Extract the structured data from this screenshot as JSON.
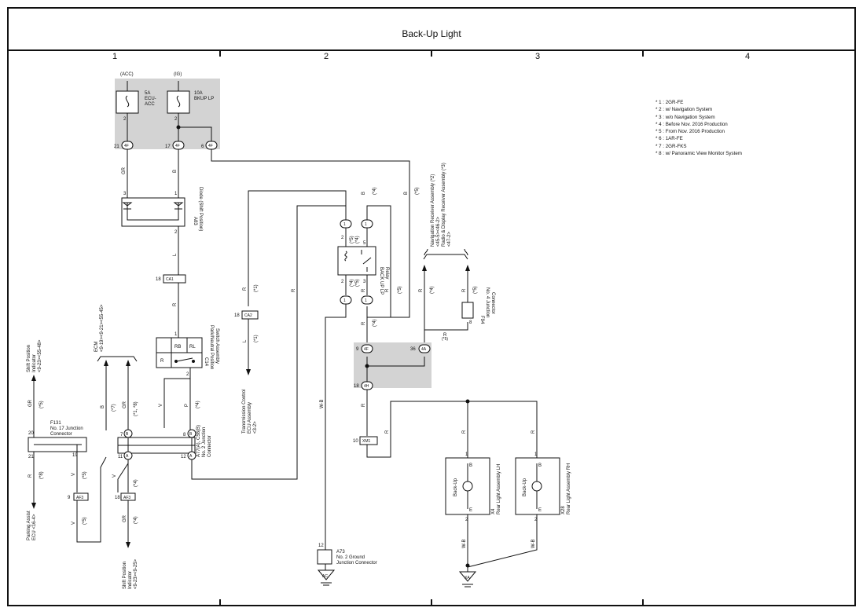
{
  "title": "Back-Up Light",
  "columns": [
    "1",
    "2",
    "3",
    "4"
  ],
  "notes": [
    "* 1 : 2GR-FE",
    "* 2 : w/ Navigation System",
    "* 3 : w/o Navigation System",
    "* 4 : Before Nov. 2016 Production",
    "* 5 : From Nov. 2016 Production",
    "* 6 : 1AR-FE",
    "* 7 : 2GR-FKS",
    "* 8 : w/ Panoramic View Monitor System"
  ],
  "fuses": {
    "acc": {
      "source": "(ACC)",
      "rating": "5A",
      "name1": "ECU-",
      "name2": "ACC"
    },
    "ig": {
      "source": "(IG)",
      "rating": "10A",
      "name1": "BKUP LP"
    }
  },
  "pins": {
    "p2": "2",
    "p21": "21",
    "p17": "17",
    "p6": "6",
    "p3": "3",
    "p1": "1",
    "p18": "18",
    "p5": "5",
    "p4": "4",
    "p8": "8",
    "p36": "36",
    "p10": "10",
    "p12": "12",
    "p7": "7",
    "p11": "11",
    "p20": "20",
    "p19": "19",
    "p9": "9"
  },
  "connectors": {
    "c4F": "4F",
    "c4A": "4A",
    "c4H": "4H",
    "cCA1": "CA1",
    "cCA2": "CA2",
    "cXM1": "XM1",
    "cAF3": "AF3",
    "cB": "B",
    "cA": "A",
    "c1": "1"
  },
  "wires": {
    "GR": "GR",
    "B": "B",
    "L": "L",
    "R": "R",
    "V": "V",
    "P": "P",
    "VB": "W-B"
  },
  "conds": {
    "n1": "(*1)",
    "n4": "(*4)",
    "n5": "(*5)",
    "n7": "(*7)",
    "n8": "(*8)",
    "n18": "(*1, *8)",
    "n54": "(*5)\n(*4)",
    "n45": "(*4)\n(*5)"
  },
  "components": {
    "diode": {
      "id": "A83",
      "name": "Diode (Shift Position)"
    },
    "relay": {
      "name1": "BACK UP LP",
      "name2": "Relay"
    },
    "park": {
      "id": "C14",
      "name1": "Park/Neutral Position",
      "name2": "Switch Assembly",
      "rb": "RB",
      "rl": "RL",
      "r": "R"
    },
    "jc2": {
      "id": "A77(A), C58(B)",
      "name1": "No. 2 Junction",
      "name2": "Connector"
    },
    "jc17": {
      "id": "F131",
      "name1": "No. 17 Junction",
      "name2": "Connector"
    },
    "jc4": {
      "id": "F94",
      "name1": "No. 4 Junction",
      "name2": "Connector"
    },
    "gnd2": {
      "id": "A73",
      "name1": "No. 2 Ground",
      "name2": "Junction Connector"
    },
    "lampLH": {
      "id": "X4",
      "name": "Rear Light Assembly LH",
      "label": "Back-Up",
      "t1": "B",
      "t2": "E"
    },
    "lampRH": {
      "id": "X28",
      "name": "Rear Light Assembly RH",
      "label": "Back-Up",
      "t1": "B",
      "t2": "E"
    },
    "tcu": {
      "name1": "Transmission Control",
      "name2": "ECU Assembly",
      "ref": "<3-2>"
    },
    "nav": {
      "line1": "Navigation Receiver Assembly (*2)",
      "line2": "<45-5><46-2>",
      "line3": "Radio & Display Receiver Assembly (*3)",
      "line4": "<47-2>"
    },
    "shiftTop": {
      "name1": "Shift Position",
      "name2": "Indicator",
      "ref": "<9-23><55-48>"
    },
    "shiftBot": {
      "name1": "Shift Position",
      "name2": "Indicator",
      "ref": "<9-23><9-25>"
    },
    "parking": {
      "name1": "Parking Assist",
      "name2": "ECU <16-4>"
    },
    "ecm": {
      "name": "ECM",
      "ref": "<9-19><9-21><55-45>"
    }
  },
  "grounds": {
    "ac": "AC",
    "xa": "XA"
  }
}
